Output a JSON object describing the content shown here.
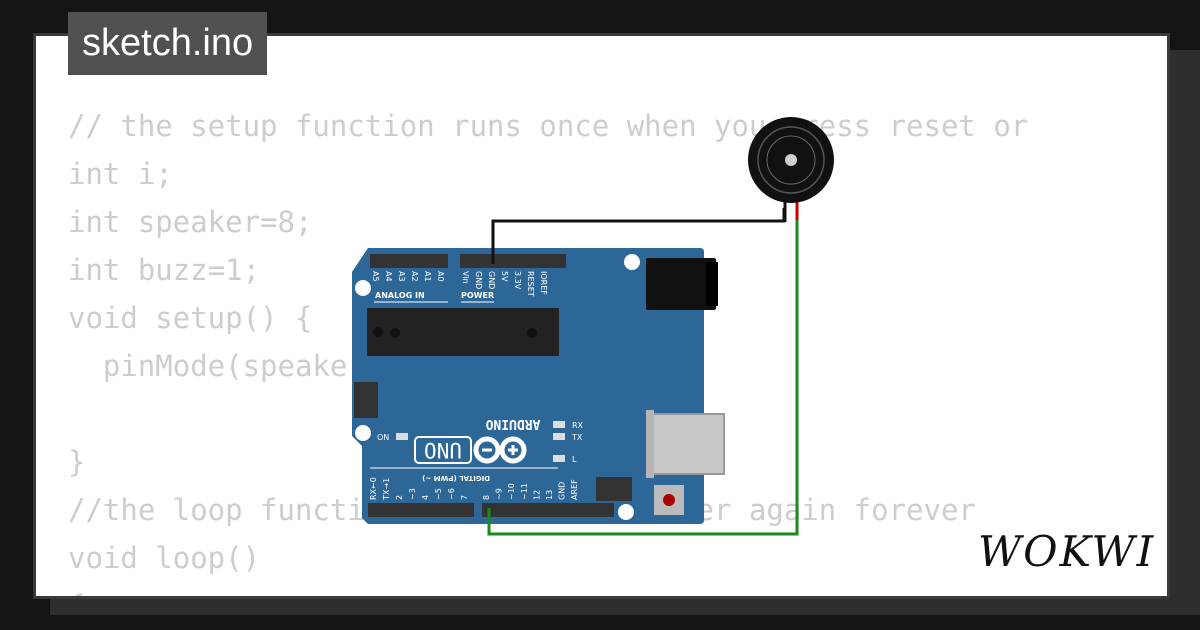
{
  "file_tab": {
    "title": "sketch.ino"
  },
  "code_lines": [
    "// the setup function runs once when you press reset or",
    "int i;",
    "int speaker=8;",
    "int buzz=1;",
    "void setup() {",
    "  pinMode(speaker, OUTPUT);",
    "",
    "}",
    "//the loop function runs over and over again forever",
    "void loop()",
    "{"
  ],
  "brand": {
    "name": "WOKWI"
  },
  "board": {
    "brand_label": "ARDUINO",
    "model_label": "UNO",
    "analog_header_label": "ANALOG IN",
    "power_header_label": "POWER",
    "digital_header_label": "DIGITAL (PWM ~)",
    "on_label": "ON",
    "tx_label": "TX",
    "rx_label": "RX",
    "l_label": "L",
    "analog_pins": [
      "A5",
      "A4",
      "A3",
      "A2",
      "A1",
      "A0"
    ],
    "power_pins": [
      "Vin",
      "GND",
      "GND",
      "5V",
      "3.3V",
      "RESET",
      "IOREF"
    ],
    "digital_pins": [
      "RX←0",
      "TX→1",
      "2",
      "~3",
      "4",
      "~5",
      "~6",
      "7",
      "8",
      "~9",
      "~10",
      "~11",
      "12",
      "13",
      "GND",
      "AREF"
    ]
  },
  "colors": {
    "board_blue": "#2d6797",
    "wire_black": "#111111",
    "wire_green": "#1a8a1a",
    "wire_red": "#cc0000"
  }
}
